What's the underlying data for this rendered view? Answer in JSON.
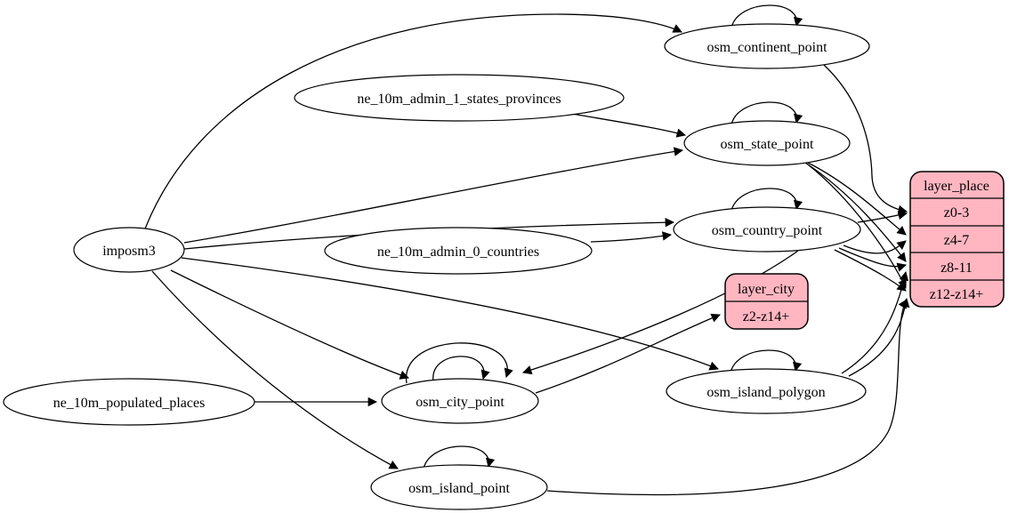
{
  "diagram": {
    "type": "graphviz-etl-graph",
    "background_color": "#ffffff",
    "edge_color": "#000000",
    "ellipse_fill": "#ffffff",
    "record_fill": "#ffb6c1",
    "nodes": {
      "imposm3": {
        "label": "imposm3",
        "shape": "ellipse"
      },
      "ne_10m_admin_1_states_provinces": {
        "label": "ne_10m_admin_1_states_provinces",
        "shape": "ellipse"
      },
      "ne_10m_admin_0_countries": {
        "label": "ne_10m_admin_0_countries",
        "shape": "ellipse"
      },
      "ne_10m_populated_places": {
        "label": "ne_10m_populated_places",
        "shape": "ellipse"
      },
      "osm_continent_point": {
        "label": "osm_continent_point",
        "shape": "ellipse"
      },
      "osm_state_point": {
        "label": "osm_state_point",
        "shape": "ellipse"
      },
      "osm_country_point": {
        "label": "osm_country_point",
        "shape": "ellipse"
      },
      "osm_city_point": {
        "label": "osm_city_point",
        "shape": "ellipse"
      },
      "osm_island_polygon": {
        "label": "osm_island_polygon",
        "shape": "ellipse"
      },
      "osm_island_point": {
        "label": "osm_island_point",
        "shape": "ellipse"
      },
      "layer_city": {
        "title": "layer_city",
        "rows": [
          "z2-z14+"
        ],
        "shape": "record",
        "fill": "#ffb6c1"
      },
      "layer_place": {
        "title": "layer_place",
        "rows": [
          "z0-3",
          "z4-7",
          "z8-11",
          "z12-z14+"
        ],
        "shape": "record",
        "fill": "#ffb6c1"
      }
    },
    "edges": [
      {
        "from": "imposm3",
        "to": "osm_continent_point"
      },
      {
        "from": "imposm3",
        "to": "osm_state_point"
      },
      {
        "from": "imposm3",
        "to": "osm_country_point"
      },
      {
        "from": "imposm3",
        "to": "osm_city_point"
      },
      {
        "from": "imposm3",
        "to": "osm_island_polygon"
      },
      {
        "from": "imposm3",
        "to": "osm_island_point"
      },
      {
        "from": "ne_10m_admin_1_states_provinces",
        "to": "osm_state_point"
      },
      {
        "from": "ne_10m_admin_0_countries",
        "to": "osm_country_point"
      },
      {
        "from": "ne_10m_populated_places",
        "to": "osm_city_point"
      },
      {
        "from": "osm_continent_point",
        "to": "osm_continent_point",
        "self_loop": true
      },
      {
        "from": "osm_state_point",
        "to": "osm_state_point",
        "self_loop": true
      },
      {
        "from": "osm_country_point",
        "to": "osm_country_point",
        "self_loop": true
      },
      {
        "from": "osm_city_point",
        "to": "osm_city_point",
        "self_loop": true
      },
      {
        "from": "osm_city_point",
        "to": "osm_city_point",
        "self_loop": true
      },
      {
        "from": "osm_island_polygon",
        "to": "osm_island_polygon",
        "self_loop": true
      },
      {
        "from": "osm_island_point",
        "to": "osm_island_point",
        "self_loop": true
      },
      {
        "from": "osm_continent_point",
        "to": "layer_place:z0-3"
      },
      {
        "from": "osm_state_point",
        "to": "layer_place:z4-7"
      },
      {
        "from": "osm_state_point",
        "to": "layer_place:z8-11"
      },
      {
        "from": "osm_state_point",
        "to": "layer_place:z12-z14+"
      },
      {
        "from": "osm_country_point",
        "to": "layer_place:z0-3"
      },
      {
        "from": "osm_country_point",
        "to": "layer_place:z4-7"
      },
      {
        "from": "osm_country_point",
        "to": "layer_place:z8-11"
      },
      {
        "from": "osm_country_point",
        "to": "layer_place:z12-z14+"
      },
      {
        "from": "osm_country_point",
        "to": "osm_city_point"
      },
      {
        "from": "osm_city_point",
        "to": "layer_city:z2-z14+"
      },
      {
        "from": "osm_island_polygon",
        "to": "layer_place:z8-11"
      },
      {
        "from": "osm_island_polygon",
        "to": "layer_place:z12-z14+"
      },
      {
        "from": "osm_island_point",
        "to": "layer_place:z12-z14+"
      }
    ]
  }
}
